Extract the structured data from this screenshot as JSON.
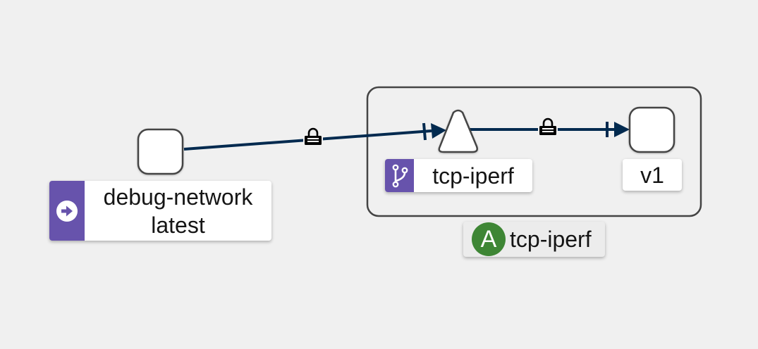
{
  "nodes": {
    "debug_network": {
      "name": "debug-network",
      "version": "latest",
      "icon": "arrow-circle-right-icon"
    },
    "tcp_iperf_service": {
      "name": "tcp-iperf",
      "icon": "code-branch-icon"
    },
    "v1_workload": {
      "name": "v1"
    }
  },
  "app_box": {
    "badge": "A",
    "name": "tcp-iperf"
  },
  "edges": [
    {
      "from": "debug-network latest",
      "to": "tcp-iperf",
      "mtls": true,
      "icon": "lock-icon"
    },
    {
      "from": "tcp-iperf",
      "to": "v1",
      "mtls": true,
      "icon": "lock-icon"
    }
  ],
  "colors": {
    "background": "#f0f0f0",
    "edge": "#022a4f",
    "node_border": "#444444",
    "badge_purple": "#6753ac",
    "app_badge_green": "#3e8635"
  }
}
